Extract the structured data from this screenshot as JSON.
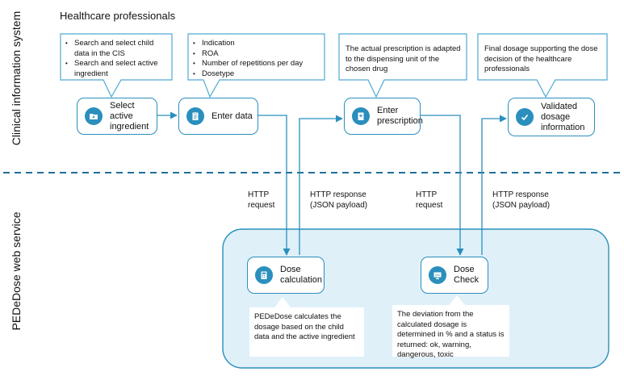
{
  "lanes": {
    "top_label": "Clinical information system",
    "bottom_label": "PEDeDose web service",
    "top_heading": "Healthcare professionals"
  },
  "callouts": {
    "c1": [
      "Search and select child data in the CIS",
      "Search and select active ingredient"
    ],
    "c2": [
      "Indication",
      "ROA",
      "Number of repetitions per day",
      "Dosetype"
    ],
    "c3": "The actual prescription is adapted to the dispensing unit of the chosen drug",
    "c4": "Final dosage supporting the dose decision of the healthcare professionals"
  },
  "nodes": {
    "select": "Select active ingredient",
    "enter": "Enter data",
    "prescription": "Enter prescription",
    "validated": "Validated dosage information",
    "calc": "Dose calculation",
    "check": "Dose Check"
  },
  "http": {
    "req1": "HTTP request",
    "resp1": "HTTP response (JSON payload)",
    "req2": "HTTP request",
    "resp2": "HTTP response (JSON payload)"
  },
  "notes": {
    "calc": "PEDeDose calculates the dosage based on the child data and the active ingredient",
    "check": "The deviation from the calculated dosage is determined in % and a status is returned: ok, warning, dangerous, toxic"
  },
  "colors": {
    "accent": "#2a8fbd",
    "dashed_divider": "#1f6f9a",
    "service_fill": "#dff0f8",
    "callout_fill": "#ffffff"
  }
}
